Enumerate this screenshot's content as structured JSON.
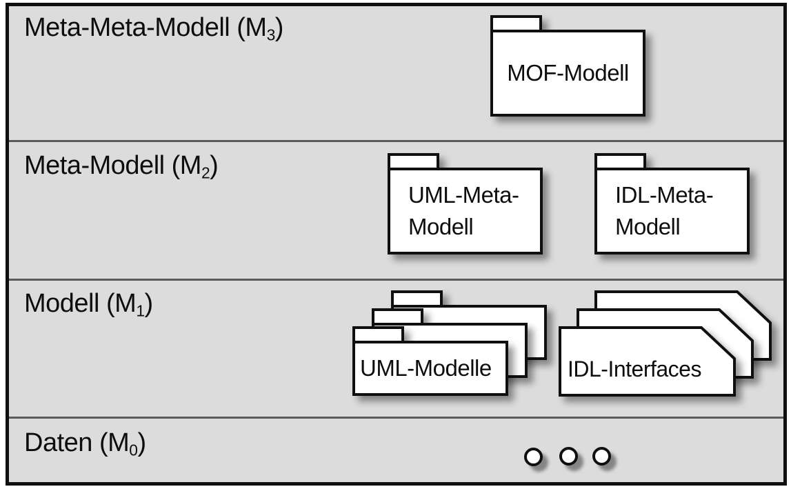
{
  "diagram": {
    "title": "MOF meta-model hierarchy",
    "type": "layer-diagram"
  },
  "colors": {
    "layer_fill": "#dcdcdc",
    "frame_border": "#0f0f0f",
    "divider": "#5a5a5a",
    "shape_fill": "#ffffff",
    "shape_border": "#0f0f0f",
    "page_background": "#ffffff"
  },
  "layers": [
    {
      "id": "m3",
      "label": {
        "pre": "Meta-Meta-Modell (M",
        "sub": "3",
        "post": ")"
      }
    },
    {
      "id": "m2",
      "label": {
        "pre": "Meta-Modell (M",
        "sub": "2",
        "post": ")"
      }
    },
    {
      "id": "m1",
      "label": {
        "pre": "Modell (M",
        "sub": "1",
        "post": ")"
      }
    },
    {
      "id": "m0",
      "label": {
        "pre": "Daten (M",
        "sub": "0",
        "post": ")"
      }
    }
  ],
  "shapes": {
    "mof_package": {
      "label": "MOF-Modell"
    },
    "uml_meta_package": {
      "line1": "UML-Meta-",
      "line2": "Modell"
    },
    "idl_meta_package": {
      "line1": "IDL-Meta-",
      "line2": "Modell"
    },
    "uml_models_stack": {
      "label": "UML-Modelle",
      "count": 3
    },
    "idl_interfaces_stack": {
      "label": "IDL-Interfaces",
      "count": 3
    },
    "data_instances": {
      "count": 3
    }
  }
}
